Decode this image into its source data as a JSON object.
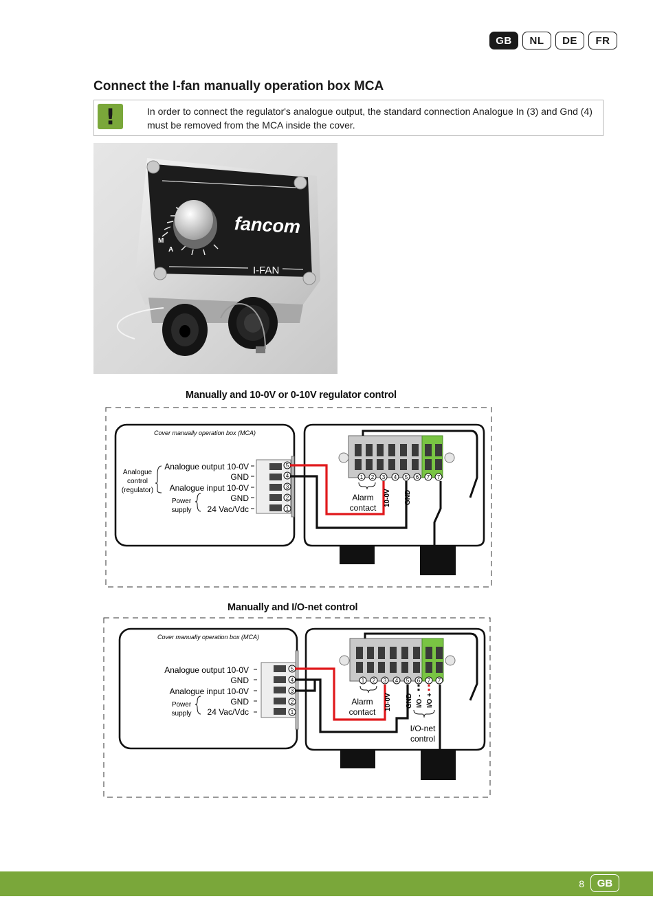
{
  "languages": [
    {
      "code": "GB",
      "active": true
    },
    {
      "code": "NL",
      "active": false
    },
    {
      "code": "DE",
      "active": false
    },
    {
      "code": "FR",
      "active": false
    }
  ],
  "title": "Connect the I-fan manually operation box MCA",
  "note": {
    "icon": "exclamation-icon",
    "symbol": "!",
    "text": "In order to connect the regulator's analogue output, the standard connection Analogue In (3) and Gnd (4) must be removed from the MCA inside the cover."
  },
  "photo": {
    "brand": "fancom",
    "model": "I-FAN",
    "dial_m": "M",
    "dial_a": "A"
  },
  "diagram1": {
    "title": "Manually and 10-0V or 0-10V regulator control",
    "cover_label": "Cover manually operation box (MCA)",
    "terminal_labels": [
      "Analogue output 10-0V",
      "GND",
      "Analogue input 10-0V",
      "GND",
      "24 Vac/Vdc"
    ],
    "analogue_group": [
      "Analogue",
      "control",
      "(regulator)"
    ],
    "power_group": [
      "Power",
      "supply"
    ],
    "terminal_numbers": [
      "5",
      "4",
      "3",
      "2",
      "1"
    ],
    "block_numbers": [
      "1",
      "2",
      "3",
      "4",
      "5",
      "6",
      "7",
      "7"
    ],
    "alarm": [
      "Alarm",
      "contact"
    ],
    "vertical_labels": [
      "10-0V",
      "GND"
    ]
  },
  "diagram2": {
    "title": "Manually and I/O-net control",
    "cover_label": "Cover manually operation box (MCA)",
    "terminal_labels": [
      "Analogue output 10-0V",
      "GND",
      "Analogue input 10-0V",
      "GND",
      "24 Vac/Vdc"
    ],
    "power_group": [
      "Power",
      "supply"
    ],
    "terminal_numbers": [
      "5",
      "4",
      "3",
      "2",
      "1"
    ],
    "block_numbers": [
      "1",
      "2",
      "3",
      "4",
      "5",
      "6",
      "7",
      "7"
    ],
    "alarm": [
      "Alarm",
      "contact"
    ],
    "vertical_labels": [
      "10-0V",
      "GND",
      "I/O -",
      "I/O +"
    ],
    "ionet": [
      "I/O-net",
      "control"
    ]
  },
  "footer": {
    "page_number": "8",
    "language": "GB"
  },
  "colors": {
    "accent_green": "#7aa73a",
    "wire_red": "#e0181b",
    "terminal_green": "#79c443"
  }
}
